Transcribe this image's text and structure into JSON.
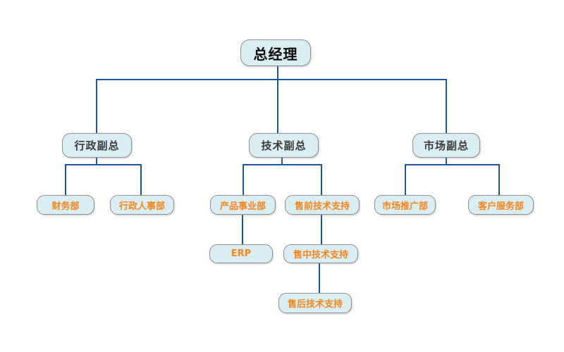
{
  "diagram": {
    "type": "org-chart",
    "background": "#ffffff",
    "colors": {
      "node_fill": "#d9edf2",
      "node_border": "#8f9091",
      "connector": "#1e5799",
      "root_text": "#0a0a0a",
      "vp_text": "#3d3d3d",
      "dept_text": "#f6871f"
    },
    "nodes": [
      {
        "id": "gm",
        "label": "总经理",
        "level": 0,
        "parent": null
      },
      {
        "id": "admin-vp",
        "label": "行政副总",
        "level": 1,
        "parent": "gm"
      },
      {
        "id": "tech-vp",
        "label": "技术副总",
        "level": 1,
        "parent": "gm"
      },
      {
        "id": "market-vp",
        "label": "市场副总",
        "level": 1,
        "parent": "gm"
      },
      {
        "id": "finance",
        "label": "财务部",
        "level": 2,
        "parent": "admin-vp"
      },
      {
        "id": "admin-hr",
        "label": "行政人事部",
        "level": 2,
        "parent": "admin-vp"
      },
      {
        "id": "product",
        "label": "产品事业部",
        "level": 2,
        "parent": "tech-vp"
      },
      {
        "id": "presales",
        "label": "售前技术支持",
        "level": 2,
        "parent": "tech-vp"
      },
      {
        "id": "promo",
        "label": "市场推广部",
        "level": 2,
        "parent": "market-vp"
      },
      {
        "id": "service",
        "label": "客户服务部",
        "level": 2,
        "parent": "market-vp"
      },
      {
        "id": "erp",
        "label": "ERP",
        "level": 3,
        "parent": "product"
      },
      {
        "id": "midsales",
        "label": "售中技术支持",
        "level": 3,
        "parent": "presales"
      },
      {
        "id": "aftersales",
        "label": "售后技术支持",
        "level": 4,
        "parent": "midsales"
      }
    ]
  }
}
